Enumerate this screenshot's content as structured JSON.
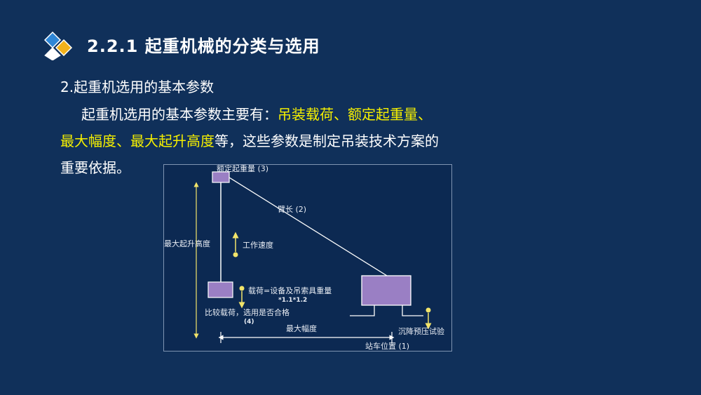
{
  "slide": {
    "title": "2.2.1  起重机械的分类与选用",
    "subtitle": "2.起重机选用的基本参数",
    "paragraph": {
      "lead": "起重机选用的基本参数主要有：",
      "highlight1": "吊装载荷、额定起重量、",
      "highlight2": "最大幅度、最大起升高度",
      "rest1": "等，这些参数是制定吊装技术方案的",
      "rest2": "重要依据。"
    }
  },
  "diagram": {
    "labels": {
      "rated_capacity": "额定起重量 (3)",
      "boom_length": "臂长 (2)",
      "max_lift_height": "最大起升高度",
      "working_speed": "工作速度",
      "load": "载荷=设备及吊索具重量",
      "load_factor": "*1.1*1.2",
      "compare": "比较载荷，选用是否合格",
      "compare_num": "(4)",
      "max_radius": "最大幅度",
      "settlement_test": "沉降预压试验",
      "station_position": "站车位置 (1)"
    },
    "colors": {
      "box_fill": "#9a7fc4",
      "line": "#ffffff",
      "arrow": "#f2e46a"
    }
  },
  "colors": {
    "background": "#10305a",
    "highlight": "#f6f000",
    "text": "#ffffff"
  }
}
